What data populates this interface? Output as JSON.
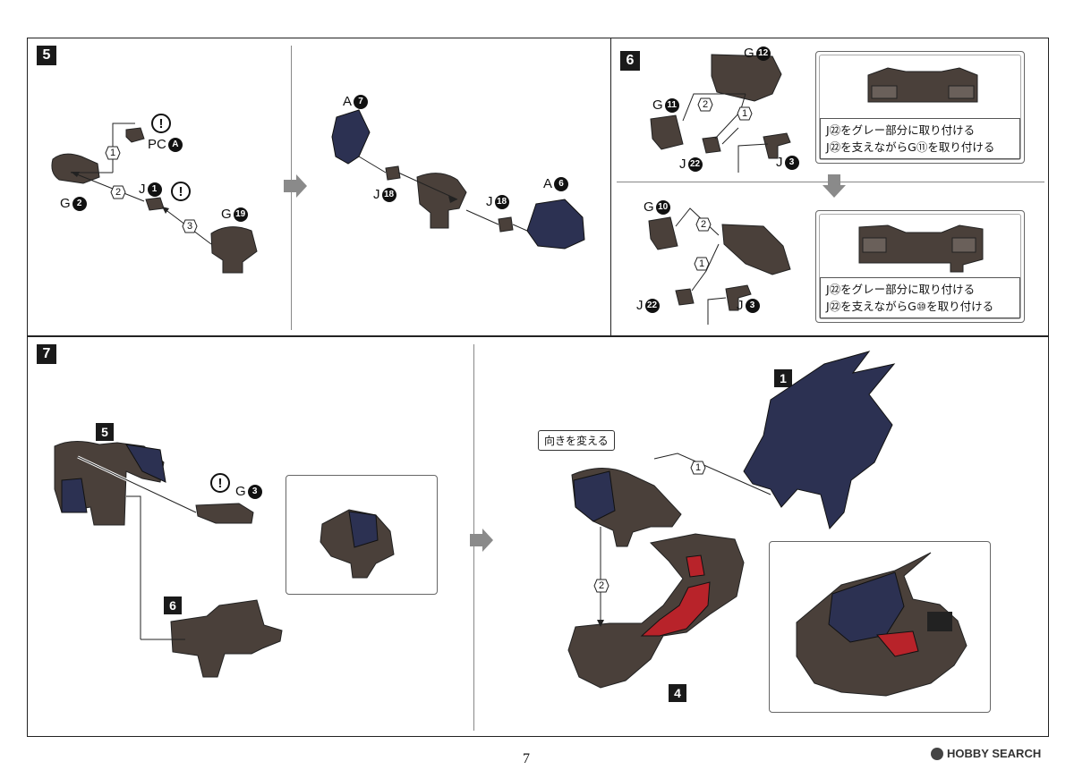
{
  "page_number": "7",
  "brand": "HOBBY SEARCH",
  "steps": {
    "s5": {
      "badge": "5",
      "left": {
        "pc": "PC",
        "pc_id": "A",
        "j": "J",
        "j_id": "1",
        "g_left": "G",
        "g_left_id": "2",
        "g_right": "G",
        "g_right_id": "19",
        "orders": [
          "1",
          "2",
          "3"
        ],
        "caution": "!"
      },
      "right": {
        "a_top": "A",
        "a_top_id": "7",
        "a_right": "A",
        "a_right_id": "6",
        "j_left": "J",
        "j_left_id": "18",
        "j_right": "J",
        "j_right_id": "18"
      }
    },
    "s6": {
      "badge": "6",
      "top": {
        "g_top": "G",
        "g_top_id": "12",
        "g_left": "G",
        "g_left_id": "11",
        "j_bottom": "J",
        "j_bottom_id": "22",
        "j_right": "J",
        "j_right_id": "3",
        "orders": [
          "2",
          "1"
        ],
        "note1": "J㉒をグレー部分に取り付ける",
        "note2": "J㉒を支えながらG⑪を取り付ける"
      },
      "bottom": {
        "g_top": "G",
        "g_top_id": "10",
        "j_bottom": "J",
        "j_bottom_id": "22",
        "j_right": "J",
        "j_right_id": "3",
        "orders": [
          "2",
          "1"
        ],
        "note1": "J㉒をグレー部分に取り付ける",
        "note2": "J㉒を支えながらG⑩を取り付ける"
      }
    },
    "s7": {
      "badge": "7",
      "left": {
        "sub5": "5",
        "sub6": "6",
        "g": "G",
        "g_id": "3",
        "caution": "!"
      },
      "right": {
        "sub1": "1",
        "sub4": "4",
        "tag": "向きを変える",
        "orders": [
          "1",
          "2"
        ]
      }
    }
  },
  "colors": {
    "navy": "#2c3152",
    "brown": "#4a403a",
    "red": "#b8232a",
    "arrow_gray": "#8a8a8a"
  }
}
